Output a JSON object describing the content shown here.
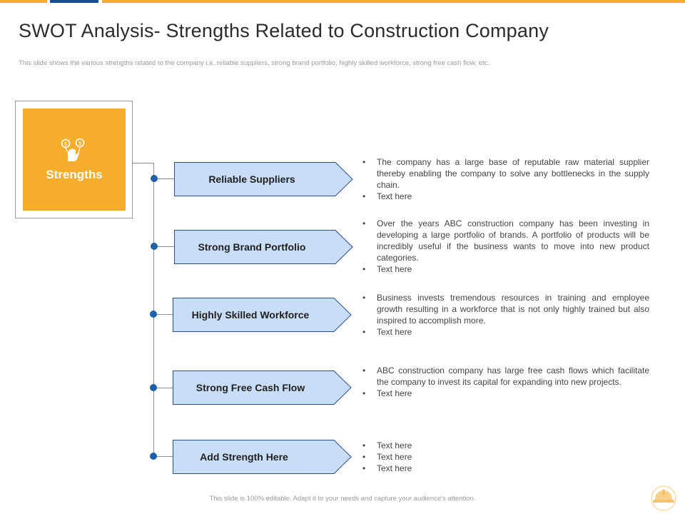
{
  "colors": {
    "accent": "#F5AD2B",
    "top_bar_blue": "#1A4F96",
    "arrow_fill": "#C8DDF7",
    "arrow_stroke": "#2C4F8A",
    "dot": "#1F5EA8"
  },
  "header": {
    "title": "SWOT Analysis- Strengths Related to Construction Company",
    "subtitle": "This slide shows the various strengths related to the company i.e. reliable suppliers, strong brand portfolio, highly skilled workforce, strong free cash flow, etc."
  },
  "strength_card": {
    "icon": "hand-with-coins-icon",
    "label": "Strengths"
  },
  "items": [
    {
      "label": "Reliable Suppliers",
      "bullets": [
        "The company has a large base of reputable raw material supplier thereby enabling the company to solve any bottlenecks in the supply chain.",
        "Text here"
      ]
    },
    {
      "label": "Strong Brand Portfolio",
      "bullets": [
        "Over the years ABC construction company has been investing in developing a large portfolio of brands. A portfolio of products will be incredibly useful if the business wants to move into new product categories.",
        "Text here"
      ]
    },
    {
      "label": "Highly Skilled Workforce",
      "bullets": [
        "Business invests tremendous resources in training and employee growth resulting in a workforce that is not only highly trained but also inspired to accomplish more.",
        "Text here"
      ]
    },
    {
      "label": "Strong Free Cash Flow",
      "bullets": [
        "ABC construction company has large free cash flows which facilitate the company to invest its capital for expanding into new projects.",
        "Text here"
      ]
    },
    {
      "label": "Add Strength Here",
      "bullets": [
        "Text here",
        "Text here",
        "Text here"
      ]
    }
  ],
  "footer": {
    "text": "This slide is 100% editable. Adapt it to your needs and capture your audience's attention.",
    "icon": "hard-hat-icon"
  }
}
